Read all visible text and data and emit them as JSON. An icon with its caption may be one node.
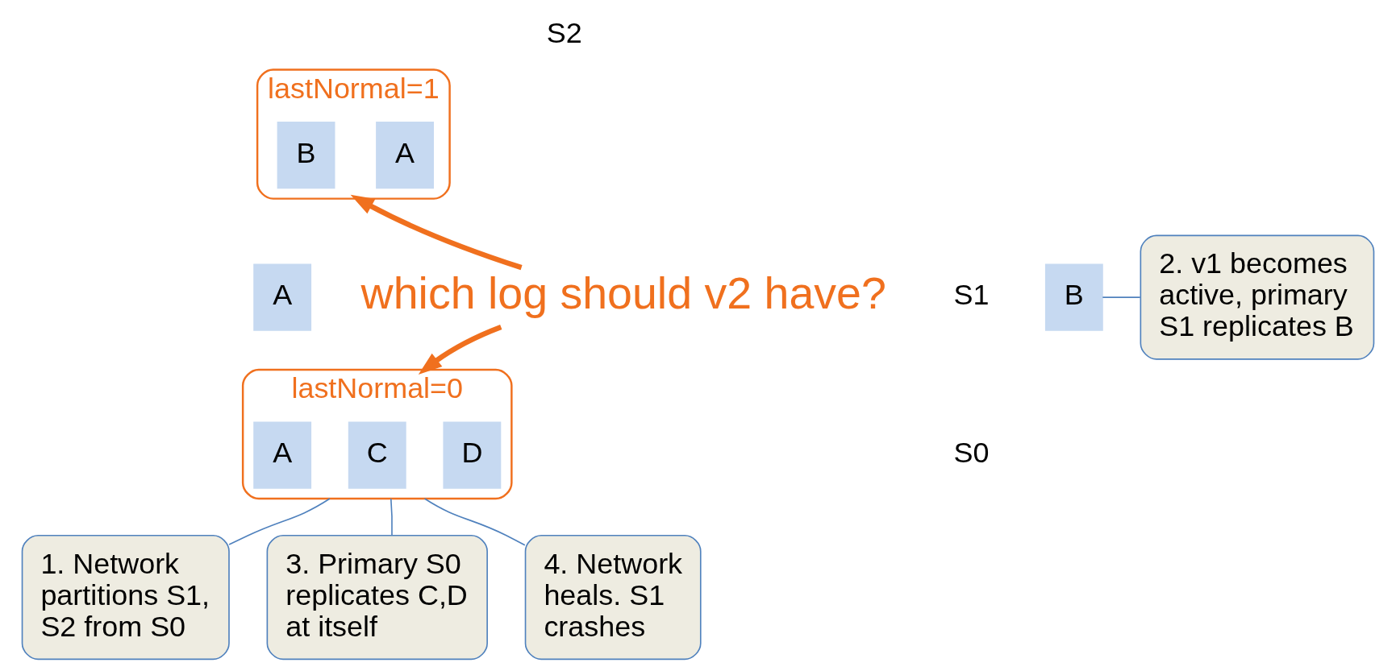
{
  "diagram": {
    "nodes": [
      {
        "text": [
          "lastNormal=1"
        ]
      },
      {
        "text": [
          "A"
        ],
        "in": 0
      },
      {
        "text": [
          "B"
        ],
        "in": 0
      },
      {
        "text": [
          "A"
        ]
      },
      {
        "text": [
          "B"
        ]
      },
      {
        "text": [
          "lastNormal=0"
        ]
      },
      {
        "text": [
          "A"
        ],
        "in": 5
      },
      {
        "text": [
          "C"
        ],
        "in": 5
      },
      {
        "text": [
          "D"
        ],
        "in": 5
      },
      {
        "text": [
          "2. v1 becomes active, primary S1 replicates B"
        ]
      },
      {
        "text": [
          "which log should v2 have?"
        ]
      },
      {
        "text": [
          "1. Network partitions S1, S2 from S0"
        ]
      },
      {
        "text": [
          "3. Primary S0 replicates C,D at itself"
        ]
      },
      {
        "text": [
          "4. Network heals. S1 crashes"
        ]
      }
    ],
    "edges": [
      {
        "from": 10,
        "to": 0,
        "arrow": "to",
        "style": "thick",
        "color": "#f0701e"
      },
      {
        "from": 10,
        "to": 5,
        "arrow": "to",
        "style": "thick",
        "color": "#f0701e"
      },
      {
        "from": 9,
        "to": 4,
        "arrow": "none"
      },
      {
        "from": 11,
        "to": 5,
        "arrow": "none"
      },
      {
        "from": 12,
        "to": 5,
        "arrow": "none"
      },
      {
        "from": 13,
        "to": 5,
        "arrow": "none"
      }
    ],
    "labels": [
      "S2",
      "S1",
      "S0"
    ]
  }
}
